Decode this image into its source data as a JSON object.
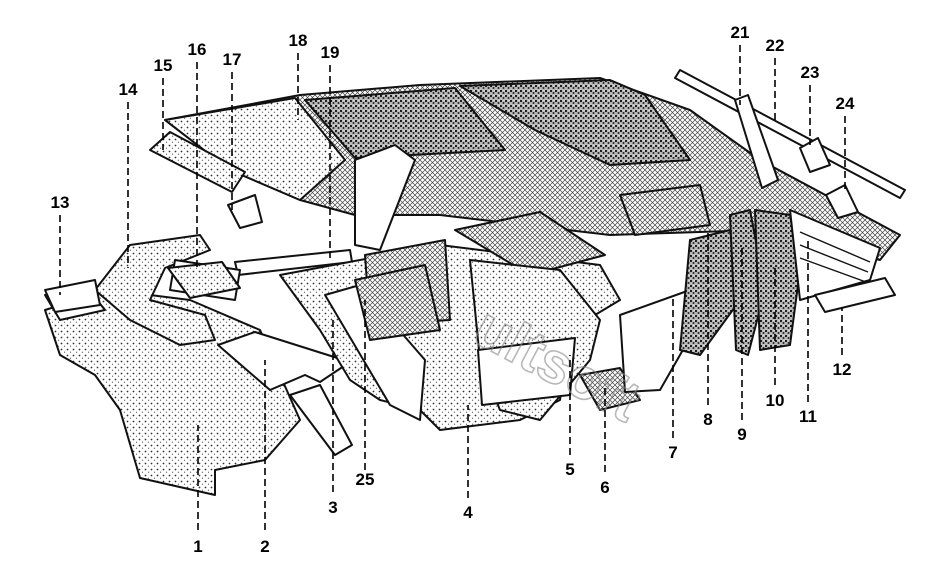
{
  "diagram": {
    "labels": [
      "1",
      "2",
      "3",
      "4",
      "5",
      "6",
      "7",
      "8",
      "9",
      "10",
      "11",
      "12",
      "13",
      "14",
      "15",
      "16",
      "17",
      "18",
      "19",
      "21",
      "22",
      "23",
      "24",
      "25"
    ],
    "watermark": "ultsoft"
  }
}
